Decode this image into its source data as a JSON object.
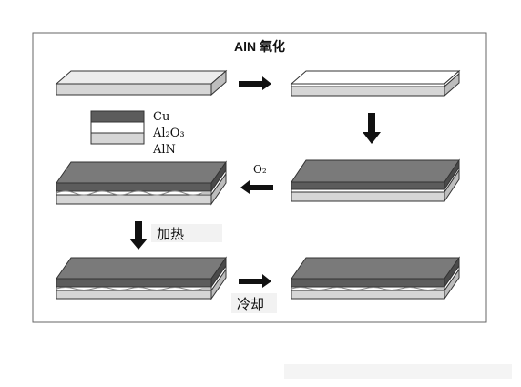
{
  "title": "AlN 氧化",
  "legend": {
    "items": [
      {
        "label": "Cu",
        "key": "cu"
      },
      {
        "label": "Al₂O₃",
        "key": "al2o3"
      },
      {
        "label": "AlN",
        "key": "aln"
      }
    ]
  },
  "steps": {
    "oxygen": "O₂",
    "heating": "加热",
    "cooling": "冷却"
  },
  "colors": {
    "cu_top": "#7a7a7a",
    "cu_front": "#5c5c5c",
    "cu_side": "#4a4a4a",
    "al2o3_top": "#ffffff",
    "al2o3_front": "#ffffff",
    "aln_top": "#e6e6e6",
    "aln_front": "#d2d2d2",
    "aln_side": "#bcbcbc",
    "arrow": "#1a1a1a",
    "frame": "#555555"
  },
  "icons": {
    "arrow_right": "arrow-right-icon",
    "arrow_down": "arrow-down-icon",
    "arrow_left": "arrow-left-icon"
  }
}
